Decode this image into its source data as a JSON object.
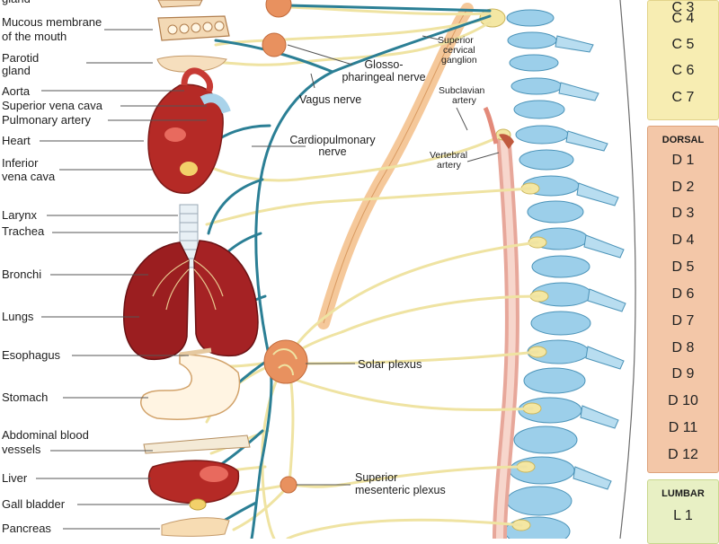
{
  "organ_labels": {
    "gland": "gland",
    "mucous1": "Mucous membrane",
    "mucous2": "of the mouth",
    "parotid1": "Parotid",
    "parotid2": "gland",
    "aorta": "Aorta",
    "svc": "Superior vena cava",
    "pulm": "Pulmonary artery",
    "heart": "Heart",
    "ivc1": "Inferior",
    "ivc2": "vena cava",
    "larynx": "Larynx",
    "trachea": "Trachea",
    "bronchi": "Bronchi",
    "lungs": "Lungs",
    "esophagus": "Esophagus",
    "stomach": "Stomach",
    "abd1": "Abdominal blood",
    "abd2": "vessels",
    "liver": "Liver",
    "gall": "Gall bladder",
    "pancreas": "Pancreas"
  },
  "nerve_labels": {
    "glosso1": "Glosso-",
    "glosso2": "pharingeal nerve",
    "vagus": "Vagus nerve",
    "cardio1": "Cardiopulmonary",
    "cardio2": "nerve",
    "solar": "Solar plexus",
    "sup_mes1": "Superior",
    "sup_mes2": "mesenteric plexus",
    "sup_cerv1": "Superior",
    "sup_cerv2": "cervical",
    "sup_cerv3": "ganglion",
    "subclav1": "Subclavian",
    "subclav2": "artery",
    "vert1": "Vertebral",
    "vert2": "artery"
  },
  "vertebrae": {
    "cervical_header": "",
    "cervical": [
      "C 4",
      "C 5",
      "C 6",
      "C 7"
    ],
    "dorsal_header": "DORSAL",
    "dorsal": [
      "D 1",
      "D 2",
      "D 3",
      "D 4",
      "D 5",
      "D 6",
      "D 7",
      "D 8",
      "D 9",
      "D 10",
      "D 11",
      "D 12"
    ],
    "lumbar_header": "LUMBAR",
    "lumbar": [
      "L 1"
    ]
  },
  "colors": {
    "cervical_band": "#f7edb2",
    "dorsal_band": "#f3c7a8",
    "lumbar_band": "#e8f0c4",
    "nerve_yellow": "#efe3a2",
    "nerve_blue": "#2b7f95",
    "organ_red": "#b52a26",
    "spine_blue": "#9ccfea"
  }
}
